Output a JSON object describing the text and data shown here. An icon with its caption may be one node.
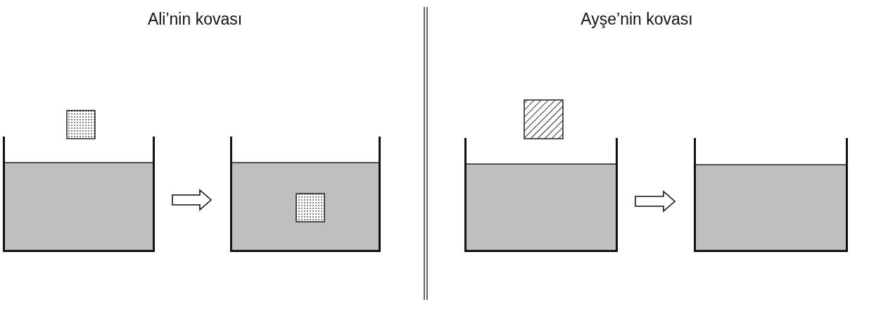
{
  "diagram": {
    "nodes": [
      {
        "text": [],
        "shape": "bucket"
      },
      {
        "text": [],
        "shape": "bucket"
      },
      {
        "text": [],
        "shape": "bucket"
      },
      {
        "text": [],
        "shape": "bucket"
      }
    ],
    "edges": [
      {
        "from": 0,
        "to": 1,
        "arrow": "to"
      },
      {
        "from": 2,
        "to": 3,
        "arrow": "to"
      }
    ],
    "labels": [
      "Ali’nin kovası",
      "Ayşe’nin kovası"
    ]
  }
}
